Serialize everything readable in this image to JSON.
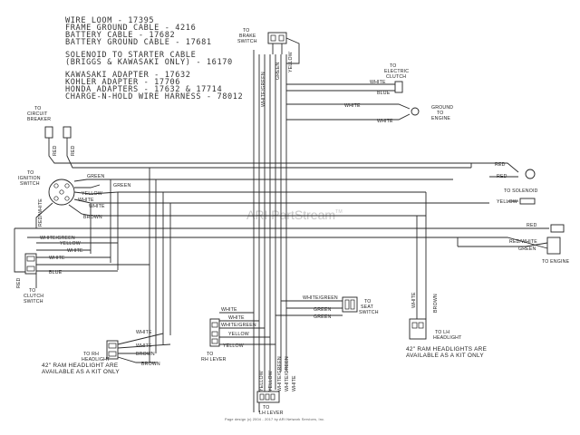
{
  "title_block": {
    "lines": [
      "WIRE LOOM - 17395",
      "FRAME GROUND CABLE - 4216",
      "BATTERY CABLE - 17682",
      "BATTERY GROUND CABLE - 17681",
      "SOLENOID TO STARTER CABLE",
      "(BRIGGS & KAWASAKI ONLY) - 16170",
      "KAWASAKI ADAPTER - 17632",
      "KOHLER ADAPTER - 17706",
      "HONDA ADAPTERS - 17632 & 17714",
      "CHARGE-N-HOLD WIRE HARNESS - 78012"
    ]
  },
  "watermark": "ARI PartStream",
  "watermark_tm": "TM",
  "components": {
    "circuit_breaker": [
      "TO",
      "CIRCUIT",
      "BREAKER"
    ],
    "brake_switch": [
      "TO",
      "BRAKE",
      "SWITCH"
    ],
    "electric_clutch": [
      "TO",
      "ELECTRIC",
      "CLUTCH"
    ],
    "ground_engine": [
      "GROUND",
      "TO",
      "ENGINE"
    ],
    "ignition_switch": [
      "TO",
      "IGNITION",
      "SWITCH"
    ],
    "solenoid": "TO SOLENOID",
    "engine": "TO ENGINE",
    "clutch_switch": [
      "TO",
      "CLUTCH",
      "SWITCH"
    ],
    "seat_switch": [
      "TO",
      "SEAT",
      "SWITCH"
    ],
    "rh_headlight": [
      "TO RH",
      "HEADLIGHT"
    ],
    "rh_lever": [
      "TO",
      "RH LEVER"
    ],
    "lh_headlight": [
      "TO LH",
      "HEADLIGHT"
    ],
    "lh_lever": [
      "TO",
      "LH LEVER"
    ]
  },
  "notes": {
    "rh": [
      "42\" RAM HEADLIGHT ARE",
      "AVAILABLE AS A KIT ONLY"
    ],
    "lh": [
      "42\" RAM HEADLIGHTS ARE",
      "AVAILABLE AS A KIT ONLY"
    ]
  },
  "wire_labels": {
    "brake_white_green": "WHITE/GREEN",
    "brake_green": "GREEN",
    "brake_yellow": "YELLOW",
    "clutch_white": "WHITE",
    "clutch_blue": "BLUE",
    "ground_white_1": "WHITE",
    "ground_white_2": "WHITE",
    "breaker_red_1": "RED",
    "breaker_red_2": "RED",
    "ign_green": "GREEN",
    "ign_green_2": "GREEN",
    "ign_yellow": "YELLOW",
    "ign_white": "WHITE",
    "ign_white_2": "WHITE",
    "ign_brown": "BROWN",
    "ign_red_white": "RED/WHITE",
    "sol_red_1": "RED",
    "sol_red_2": "RED",
    "sol_yellow": "YELLOW",
    "eng_red": "RED",
    "eng_red_white": "RED/WHITE",
    "eng_green": "GREEN",
    "cl_white_green": "WHITE/GREEN",
    "cl_yellow": "YELLOW",
    "cl_white": "WHITE",
    "cl_white_2": "WHITE",
    "cl_blue": "BLUE",
    "cl_red": "RED",
    "seat_white_green": "WHITE/GREEN",
    "seat_green": "GREEN",
    "seat_green_2": "GREEN",
    "rh_white_1": "WHITE",
    "rh_white_2": "WHITE",
    "rh_brown_1": "BROWN",
    "rh_brown_2": "BROWN",
    "rl_white_1": "WHITE",
    "rl_white_2": "WHITE",
    "rl_white_green": "WHITE/GREEN",
    "rl_yellow_1": "YELLOW",
    "rl_yellow_2": "YELLOW",
    "lh_white": "WHITE",
    "lh_brown": "BROWN",
    "ll_yellow_1": "YELLOW",
    "ll_yellow_2": "YELLOW",
    "ll_white_green_1": "WHITE/GREEN",
    "ll_white_green_2": "WHITE/GREEN",
    "ll_white": "WHITE"
  },
  "copyright": "Page design (c) 2004 - 2017 by ARI Network Services, Inc."
}
